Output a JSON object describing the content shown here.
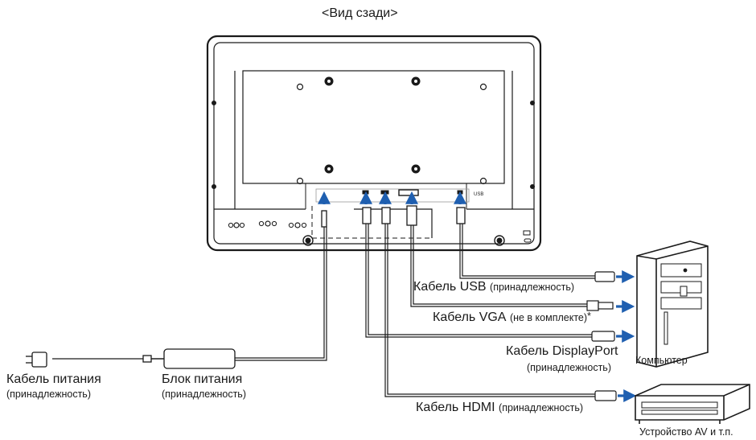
{
  "title": "<Вид сзади>",
  "labels": {
    "usb": {
      "main": "Кабель USB",
      "note": "(принадлежность)"
    },
    "vga": {
      "main": "Кабель VGA",
      "note": "(не в комплекте)",
      "mark": "*"
    },
    "displayport": {
      "main": "Кабель DisplayPort",
      "note": "(принадлежность)"
    },
    "hdmi": {
      "main": "Кабель HDMI",
      "note": "(принадлежность)"
    },
    "power_cable": {
      "main": "Кабель питания",
      "note": "(принадлежность)"
    },
    "power_adapter": {
      "main": "Блок питания",
      "note": "(принадлежность)"
    },
    "computer": "Компьютер",
    "av_device": "Устройство AV и т.п."
  },
  "port_labels": {
    "usb": "USB"
  },
  "colors": {
    "outline": "#1a1a1a",
    "arrow": "#1f5fb0",
    "monitor_back": "#ffffff"
  }
}
